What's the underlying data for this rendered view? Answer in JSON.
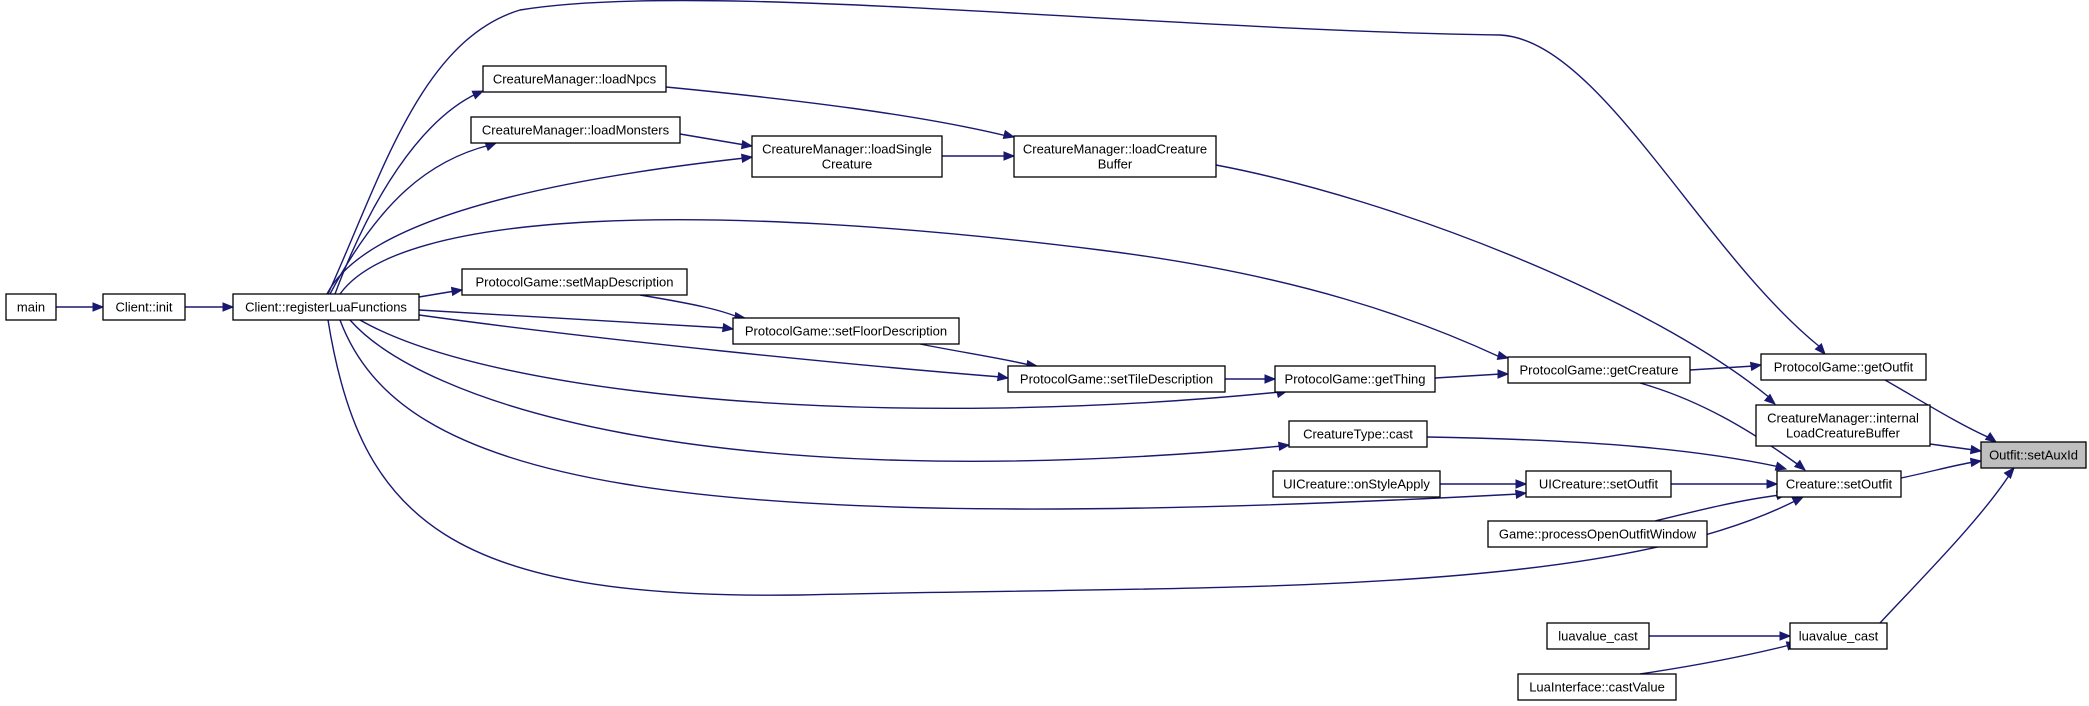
{
  "graph": {
    "colors": {
      "edge": "#191970",
      "node_border": "#000000",
      "focus_fill": "#bfbfbf",
      "background": "#ffffff"
    },
    "nodes": [
      {
        "id": "main",
        "lines": [
          "main"
        ]
      },
      {
        "id": "client_init",
        "lines": [
          "Client::init"
        ]
      },
      {
        "id": "register",
        "lines": [
          "Client::registerLuaFunctions"
        ]
      },
      {
        "id": "load_npcs",
        "lines": [
          "CreatureManager::loadNpcs"
        ]
      },
      {
        "id": "load_monsters",
        "lines": [
          "CreatureManager::loadMonsters"
        ]
      },
      {
        "id": "load_single",
        "lines": [
          "CreatureManager::loadSingle",
          "Creature"
        ]
      },
      {
        "id": "load_buffer",
        "lines": [
          "CreatureManager::loadCreature",
          "Buffer"
        ]
      },
      {
        "id": "set_map_desc",
        "lines": [
          "ProtocolGame::setMapDescription"
        ]
      },
      {
        "id": "set_floor_desc",
        "lines": [
          "ProtocolGame::setFloorDescription"
        ]
      },
      {
        "id": "set_tile_desc",
        "lines": [
          "ProtocolGame::setTileDescription"
        ]
      },
      {
        "id": "get_thing",
        "lines": [
          "ProtocolGame::getThing"
        ]
      },
      {
        "id": "get_creature",
        "lines": [
          "ProtocolGame::getCreature"
        ]
      },
      {
        "id": "get_outfit",
        "lines": [
          "ProtocolGame::getOutfit"
        ]
      },
      {
        "id": "internal_load",
        "lines": [
          "CreatureManager::internal",
          "LoadCreatureBuffer"
        ]
      },
      {
        "id": "creature_type_cast",
        "lines": [
          "CreatureType::cast"
        ]
      },
      {
        "id": "ui_on_style",
        "lines": [
          "UICreature::onStyleApply"
        ]
      },
      {
        "id": "ui_set_outfit",
        "lines": [
          "UICreature::setOutfit"
        ]
      },
      {
        "id": "creature_set_outfit",
        "lines": [
          "Creature::setOutfit"
        ]
      },
      {
        "id": "process_open",
        "lines": [
          "Game::processOpenOutfitWindow"
        ]
      },
      {
        "id": "set_aux_id",
        "lines": [
          "Outfit::setAuxId"
        ],
        "focus": true
      },
      {
        "id": "luavalue_cast_left",
        "lines": [
          "luavalue_cast"
        ]
      },
      {
        "id": "luavalue_cast_right",
        "lines": [
          "luavalue_cast"
        ]
      },
      {
        "id": "lua_cast_value",
        "lines": [
          "LuaInterface::castValue"
        ]
      }
    ]
  }
}
